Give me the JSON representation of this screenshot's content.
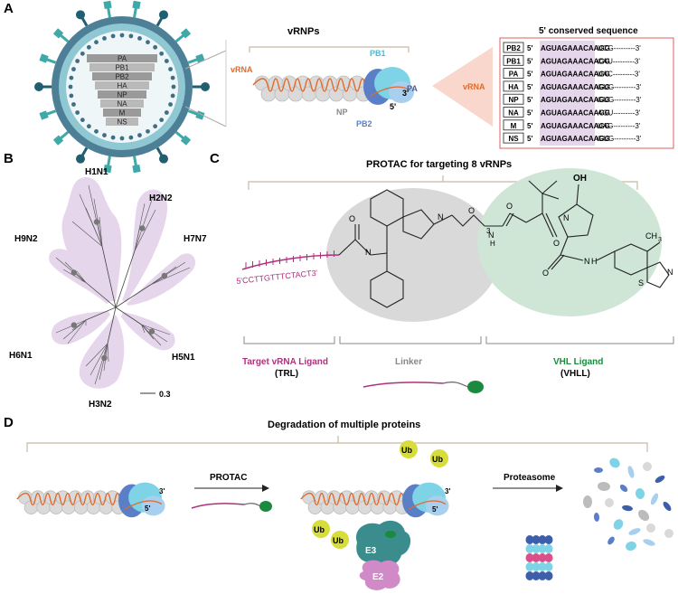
{
  "panels": {
    "a": "A",
    "b": "B",
    "c": "C",
    "d": "D"
  },
  "colors": {
    "virus_envelope": "#3f6e86",
    "spike": "#3fa8a8",
    "spike_dark": "#1f5f6f",
    "vrna": "#e06a2a",
    "np": "#d9d9d9",
    "pb1": "#7fd3e6",
    "pb2": "#5b7fc7",
    "pa": "#3d5ea8",
    "purple_bg": "#e6d6ec",
    "grey_bg": "#d9d9d9",
    "green_bg": "#cfe6d6",
    "green_ligand": "#1c8a3e",
    "magenta_ligand": "#b0307f",
    "ub": "#d7dd3b",
    "e3": "#3b8c8c",
    "e2": "#d08ac8"
  },
  "panel_a": {
    "segments": [
      "PA",
      "PB1",
      "PB2",
      "HA",
      "NP",
      "NA",
      "M",
      "NS"
    ],
    "vrnps_title": "vRNPs",
    "vrna_label": "vRNA",
    "pb1_label": "PB1",
    "pa_label": "PA",
    "pb2_label": "PB2",
    "np_label": "NP",
    "five_prime": "5'",
    "three_prime": "3'",
    "vrna_side_label": "vRNA",
    "table_title": "5' conserved sequence",
    "table_rows": [
      {
        "seg": "PB2",
        "prefix": "5'",
        "seq": "AGUAGAAACAAGG",
        "tail": "UCG---------3'"
      },
      {
        "seg": "PB1",
        "prefix": "5'",
        "seq": "AGUAGAAACAAGG",
        "tail": "CAU---------3'"
      },
      {
        "seg": "PA",
        "prefix": "5'",
        "seq": "AGUAGAAACAAGG",
        "tail": "UAC---------3'"
      },
      {
        "seg": "HA",
        "prefix": "5'",
        "seq": "AGUAGAAACAAGG",
        "tail": "GUG---------3'"
      },
      {
        "seg": "NP",
        "prefix": "5'",
        "seq": "AGUAGAAACAAGG",
        "tail": "GUG---------3'"
      },
      {
        "seg": "NA",
        "prefix": "5'",
        "seq": "AGUAGAAACAAGG",
        "tail": "AGU---------3'"
      },
      {
        "seg": "M",
        "prefix": "5'",
        "seq": "AGUAGAAACAAGG",
        "tail": "UAG---------3'"
      },
      {
        "seg": "NS",
        "prefix": "5'",
        "seq": "AGUAGAAACAAGG",
        "tail": "GUG---------3'"
      }
    ]
  },
  "panel_b": {
    "subtypes": [
      "H1N1",
      "H2N2",
      "H7N7",
      "H9N2",
      "H6N1",
      "H5N1",
      "H3N2"
    ],
    "scale": "0.3"
  },
  "panel_c": {
    "title": "PROTAC for targeting 8 vRNPs",
    "rna_seq": "5'CCTTGTTTCTACT3'",
    "chem_oh": "OH",
    "chem_o": "O",
    "chem_n": "N",
    "chem_nh": "N",
    "chem_h": "H",
    "chem_s": "S",
    "chem_ch3": "CH",
    "chem_3": "3",
    "chem_sub3": "3",
    "trl_label": "Target vRNA Ligand",
    "trl_abbr": "(TRL)",
    "linker_label": "Linker",
    "vhl_label": "VHL Ligand",
    "vhl_abbr": "(VHLL)"
  },
  "panel_d": {
    "title": "Degradation of multiple proteins",
    "protac_label": "PROTAC",
    "proteasome_label": "Proteasome",
    "ub": "Ub",
    "e3": "E3",
    "e2": "E2",
    "three_prime": "3'",
    "five_prime": "5'"
  }
}
